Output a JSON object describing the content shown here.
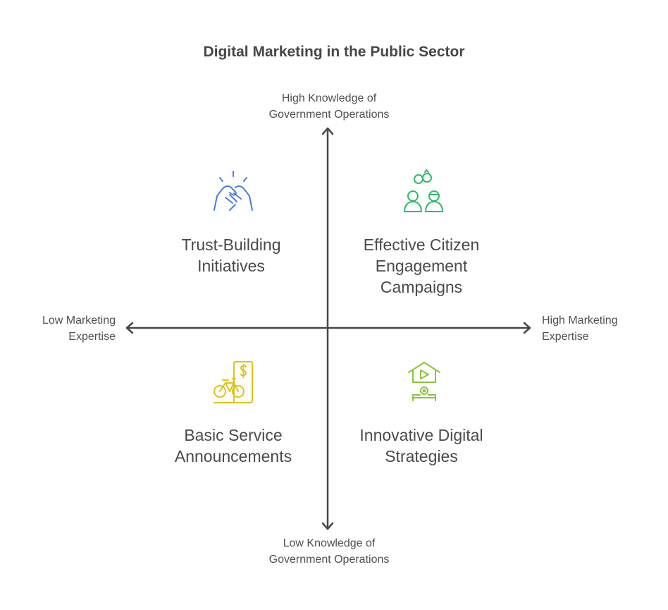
{
  "title": "Digital Marketing in the Public Sector",
  "axes": {
    "y_high": "High Knowledge of\nGovernment Operations",
    "y_low": "Low Knowledge of\nGovernment Operations",
    "x_low": "Low Marketing\nExpertise",
    "x_high": "High Marketing\nExpertise"
  },
  "quadrants": {
    "top_left": {
      "label": "Trust-Building\nInitiatives",
      "icon": "handshake-icon",
      "color": "#4a7fe0"
    },
    "top_right": {
      "label": "Effective Citizen\nEngagement\nCampaigns",
      "icon": "people-link-icon",
      "color": "#2fb86a"
    },
    "bottom_left": {
      "label": "Basic Service\nAnnouncements",
      "icon": "bicycle-price-icon",
      "color": "#e0c21c"
    },
    "bottom_right": {
      "label": "Innovative Digital\nStrategies",
      "icon": "home-video-icon",
      "color": "#8cc43a"
    }
  },
  "colors": {
    "axis": "#474747",
    "text": "#4a4a4a"
  }
}
